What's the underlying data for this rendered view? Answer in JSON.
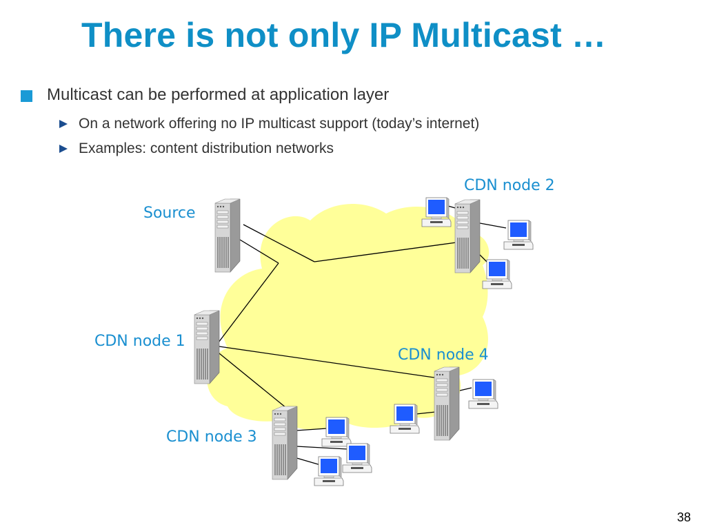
{
  "slide": {
    "title": "There is not only IP Multicast …",
    "bullets": [
      {
        "text": "Multicast can be performed at application layer",
        "sub": [
          "On a network offering no IP multicast support (today’s internet)",
          "Examples: content distribution networks"
        ]
      }
    ],
    "page_number": "38"
  },
  "diagram": {
    "labels": {
      "source": "Source",
      "cdn1": "CDN node 1",
      "cdn2": "CDN node 2",
      "cdn3": "CDN node 3",
      "cdn4": "CDN node 4"
    },
    "icons": [
      "server-icon",
      "computer-icon"
    ],
    "colors": {
      "title": "#0f8fc6",
      "label": "#1a8fd0",
      "cloud": "#ffff99",
      "screen": "#1f5cff",
      "bullet": "#1a9ad6",
      "sub_bullet": "#1b4d8f"
    }
  }
}
